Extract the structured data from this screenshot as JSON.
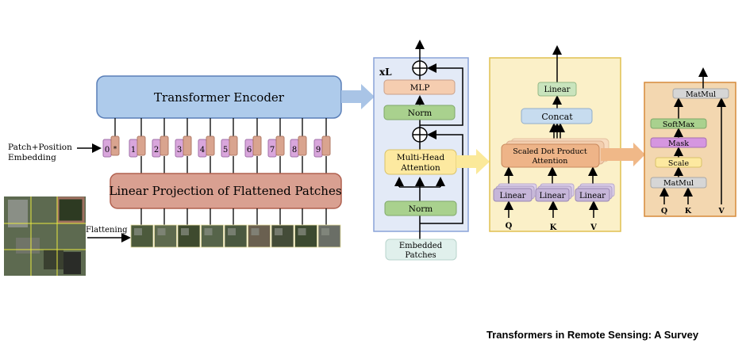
{
  "encoder": {
    "title": "Transformer Encoder"
  },
  "embedding": {
    "label_line1": "Patch+Position",
    "label_line2": "Embedding",
    "tokens": [
      "0",
      "*",
      "1",
      "2",
      "3",
      "4",
      "5",
      "6",
      "7",
      "8",
      "9"
    ]
  },
  "projection": {
    "title": "Linear Projection of Flattened Patches"
  },
  "flattening": {
    "label": "Flattening"
  },
  "encoder_block": {
    "repeat": "xL",
    "mlp": "MLP",
    "norm1": "Norm",
    "mha_line1": "Multi-Head",
    "mha_line2": "Attention",
    "norm2": "Norm",
    "input_line1": "Embedded",
    "input_line2": "Patches"
  },
  "mha_block": {
    "linear_out": "Linear",
    "concat": "Concat",
    "sdpa_line1": "Scaled Dot Product",
    "sdpa_line2": "Attention",
    "linear": "Linear",
    "q": "Q",
    "k": "K",
    "v": "V"
  },
  "sdpa_block": {
    "matmul_top": "MatMul",
    "softmax": "SoftMax",
    "mask": "Mask",
    "scale": "Scale",
    "matmul_bottom": "MatMul",
    "q": "Q",
    "k": "K",
    "v": "V"
  },
  "caption": "Transformers in Remote Sensing: A Survey",
  "colors": {
    "encoder": "#aecbeb",
    "projection": "#d9a091",
    "token_pos": "#d9a6dc",
    "token_patch": "#d9a48f",
    "norm": "#a9d18e",
    "mlp": "#f5cdb0",
    "attention": "#fde9a0",
    "linear": "#c6b6d9",
    "concat": "#c7dcef",
    "mask": "#d596e0",
    "matmul": "#d6d6d6"
  }
}
